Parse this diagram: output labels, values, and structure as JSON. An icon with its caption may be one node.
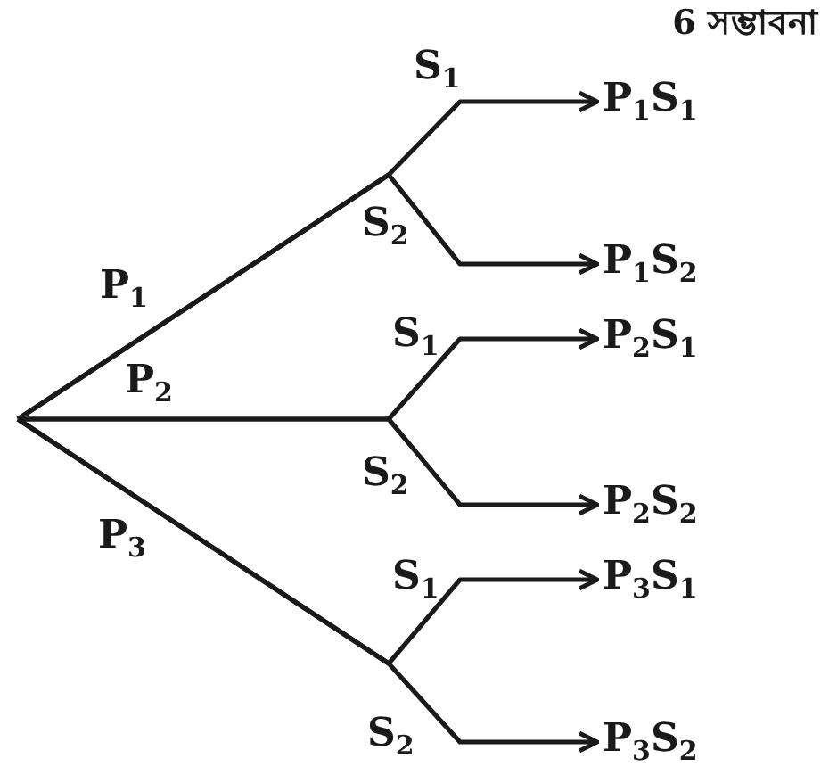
{
  "diagram": {
    "title": "6 সম্ভাবনা",
    "nodes": [
      {
        "text": [
          "P$_{1}$S$_{1}$"
        ]
      },
      {
        "text": [
          "P$_{1}$S$_{2}$"
        ]
      },
      {
        "text": [
          "P$_{2}$S$_{1}$"
        ]
      },
      {
        "text": [
          "P$_{2}$S$_{2}$"
        ]
      },
      {
        "text": [
          "P$_{3}$S$_{1}$"
        ]
      },
      {
        "text": [
          "P$_{3}$S$_{2}$"
        ]
      }
    ],
    "edges": [
      {
        "from": null,
        "to": 0,
        "arrow": "to",
        "label": "S$_{1}$"
      },
      {
        "from": null,
        "to": 1,
        "arrow": "to",
        "label": "S$_{2}$"
      },
      {
        "from": null,
        "to": 2,
        "arrow": "to",
        "label": "S$_{1}$"
      },
      {
        "from": null,
        "to": 3,
        "arrow": "to",
        "label": "S$_{2}$"
      },
      {
        "from": null,
        "to": 4,
        "arrow": "to",
        "label": "S$_{1}$"
      },
      {
        "from": null,
        "to": 5,
        "arrow": "to",
        "label": "S$_{2}$"
      }
    ],
    "labels": [
      "P$_{1}$",
      "P$_{2}$",
      "P$_{3}$"
    ]
  }
}
